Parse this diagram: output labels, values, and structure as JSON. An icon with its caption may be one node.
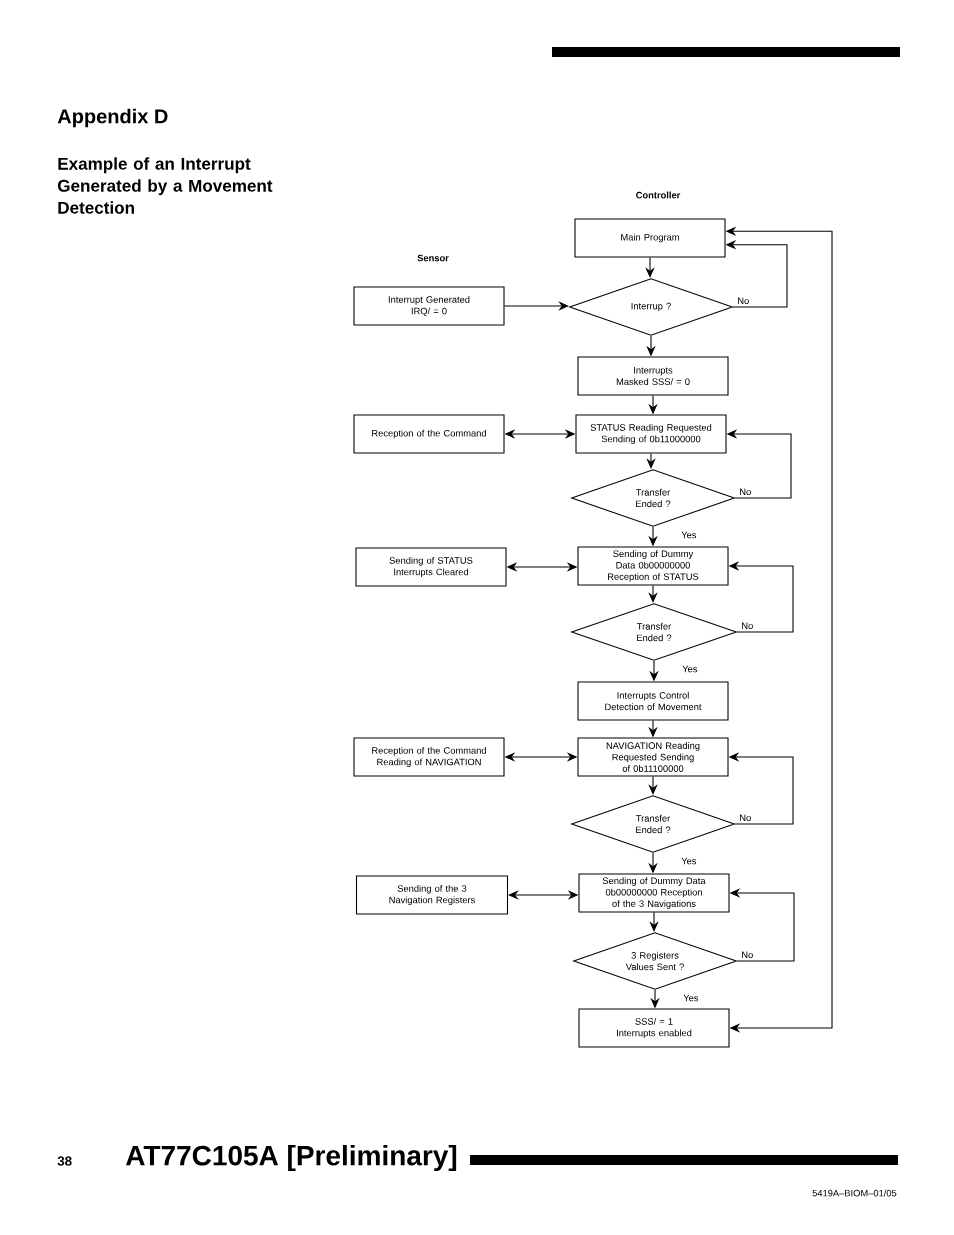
{
  "diagram": {
    "title": "Example of an Interrupt Generated by a Movement Detection",
    "nodes": [
      {
        "text": [
          "Main Program"
        ]
      },
      {
        "text": [
          "Interrup ?"
        ]
      },
      {
        "text": [
          "Interrupt Generated IRQ/ = 0"
        ]
      },
      {
        "text": [
          "Interrupts Masked SSS/ = 0"
        ]
      },
      {
        "text": [
          "STATUS Reading Requested Sending of 0b11000000"
        ]
      },
      {
        "text": [
          "Reception of the Command"
        ]
      },
      {
        "text": [
          "Transfer Ended ?"
        ]
      },
      {
        "text": [
          "Sending of Dummy Data 0b00000000 Reception of STATUS"
        ]
      },
      {
        "text": [
          "Sending of STATUS Interrupts Cleared"
        ]
      },
      {
        "text": [
          "Transfer Ended ?"
        ]
      },
      {
        "text": [
          "Interrupts Control Detection of Movement"
        ]
      },
      {
        "text": [
          "NAVIGATION Reading Requested Sending of 0b11100000"
        ]
      },
      {
        "text": [
          "Reception of the Command Reading of NAVIGATION"
        ]
      },
      {
        "text": [
          "Transfer Ended ?"
        ]
      },
      {
        "text": [
          "Sending of Dummy Data 0b00000000 Reception of the 3 Navigations"
        ]
      },
      {
        "text": [
          "Sending of the 3 Navigation Registers"
        ]
      },
      {
        "text": [
          "3 Registers Values Sent ?"
        ]
      },
      {
        "text": [
          "SSS/ = 1 Interrupts enabled"
        ]
      }
    ],
    "edges": [
      {
        "from": 0,
        "to": 1,
        "arrow": "to"
      },
      {
        "from": 1,
        "to": 0,
        "arrow": "to",
        "label": "No"
      },
      {
        "from": 2,
        "to": 1,
        "arrow": "to"
      },
      {
        "from": 1,
        "to": 3,
        "arrow": "to"
      },
      {
        "from": 3,
        "to": 4,
        "arrow": "to"
      },
      {
        "from": 5,
        "to": 4,
        "arrow": "both"
      },
      {
        "from": 4,
        "to": 6,
        "arrow": "to"
      },
      {
        "from": 6,
        "to": 4,
        "arrow": "to",
        "label": "No"
      },
      {
        "from": 6,
        "to": 7,
        "arrow": "to",
        "label": "Yes"
      },
      {
        "from": 8,
        "to": 7,
        "arrow": "both"
      },
      {
        "from": 7,
        "to": 9,
        "arrow": "to"
      },
      {
        "from": 9,
        "to": 7,
        "arrow": "to",
        "label": "No"
      },
      {
        "from": 9,
        "to": 10,
        "arrow": "to",
        "label": "Yes"
      },
      {
        "from": 10,
        "to": 11,
        "arrow": "to"
      },
      {
        "from": 12,
        "to": 11,
        "arrow": "both"
      },
      {
        "from": 11,
        "to": 13,
        "arrow": "to"
      },
      {
        "from": 13,
        "to": 11,
        "arrow": "to",
        "label": "No"
      },
      {
        "from": 13,
        "to": 14,
        "arrow": "to",
        "label": "Yes"
      },
      {
        "from": 15,
        "to": 14,
        "arrow": "both"
      },
      {
        "from": 14,
        "to": 16,
        "arrow": "to"
      },
      {
        "from": 16,
        "to": 14,
        "arrow": "to",
        "label": "No"
      },
      {
        "from": 16,
        "to": 17,
        "arrow": "to",
        "label": "Yes"
      },
      {
        "from": 17,
        "to": 0,
        "arrow": "both"
      }
    ],
    "labels": [
      "Appendix D",
      "Controller",
      "Sensor",
      "38",
      "AT77C105A [Preliminary]",
      "5419A–BIOM–01/05"
    ]
  }
}
